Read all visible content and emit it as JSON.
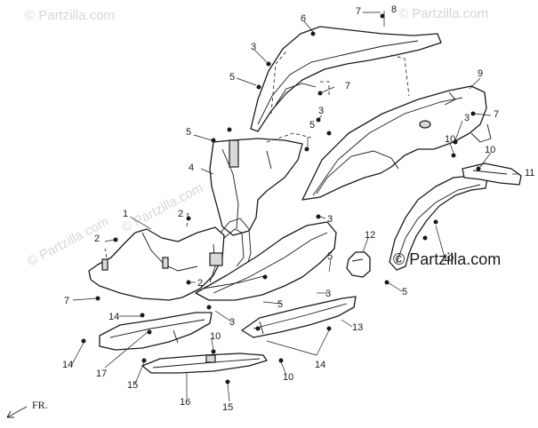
{
  "watermarks": [
    "© Partzilla.com",
    "© Partzilla.com",
    "© Partzilla.com",
    "© Partzilla.com"
  ],
  "brand_label": "© Partzilla.com",
  "direction_label": "FR.",
  "callouts": [
    "8",
    "7",
    "6",
    "3",
    "5",
    "7",
    "9",
    "3",
    "7",
    "5",
    "5",
    "4",
    "10",
    "3",
    "10",
    "11",
    "1",
    "2",
    "2",
    "3",
    "12",
    "10",
    "7",
    "2",
    "5",
    "5",
    "3",
    "5",
    "14",
    "3",
    "13",
    "14",
    "10",
    "17",
    "15",
    "16",
    "15",
    "10",
    "14"
  ]
}
